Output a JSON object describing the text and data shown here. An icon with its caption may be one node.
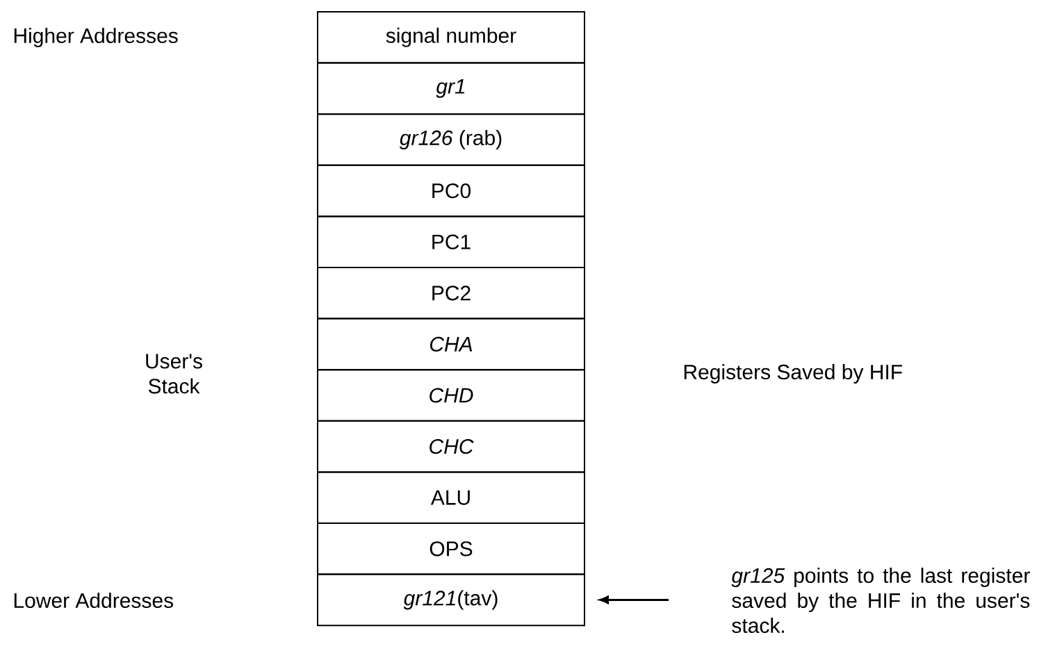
{
  "diagram": {
    "nodes": [
      {
        "text": [
          "signal number"
        ]
      },
      {
        "text": [
          "gr1"
        ]
      },
      {
        "text": [
          "*gr126* (rab)"
        ]
      },
      {
        "text": [
          "PC0"
        ]
      },
      {
        "text": [
          "PC1"
        ]
      },
      {
        "text": [
          "PC2"
        ]
      },
      {
        "text": [
          "CHA"
        ]
      },
      {
        "text": [
          "CHD"
        ]
      },
      {
        "text": [
          "CHC"
        ]
      },
      {
        "text": [
          "ALU"
        ]
      },
      {
        "text": [
          "OPS"
        ]
      },
      {
        "text": [
          "*gr121*(tav)"
        ]
      }
    ],
    "edges": [
      {
        "from": null,
        "to": 11,
        "arrow": "to"
      }
    ],
    "labels": [
      "Higher Addresses",
      "User's Stack",
      "Registers Saved by HIF",
      "Lower Addresses",
      "*gr125* points to the last register saved by the HIF in the user's stack."
    ]
  }
}
